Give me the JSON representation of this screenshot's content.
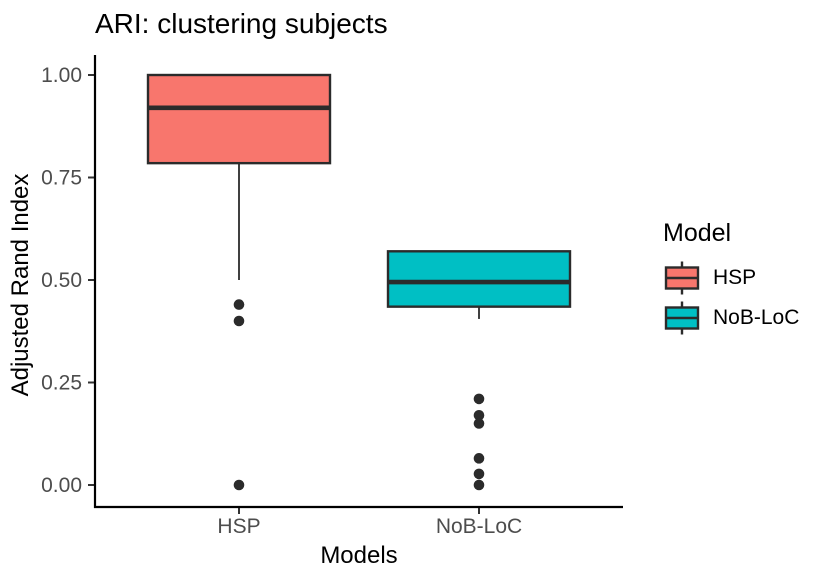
{
  "page": {
    "background": "#ffffff"
  },
  "chart_data": {
    "type": "boxplot",
    "title": "ARI: clustering subjects",
    "xlabel": "Models",
    "ylabel": "Adjusted Rand Index",
    "categories": [
      "HSP",
      "NoB-LoC"
    ],
    "ylim": [
      0,
      1
    ],
    "yticks": [
      1.0,
      0.75,
      0.5,
      0.25,
      0.0
    ],
    "ytick_labels": [
      "1.00",
      "0.75",
      "0.50",
      "0.25",
      "0.00"
    ],
    "grid": false,
    "legend": {
      "title": "Model",
      "position": "right",
      "entries": [
        {
          "label": "HSP",
          "color": "#F8766D"
        },
        {
          "label": "NoB-LoC",
          "color": "#00BFC4"
        }
      ]
    },
    "series": [
      {
        "name": "HSP",
        "fill": "#F8766D",
        "q1": 0.785,
        "median": 0.92,
        "q3": 1.0,
        "whisker_low": 0.5,
        "whisker_high": 1.0,
        "outliers": [
          0.44,
          0.4,
          0.0
        ]
      },
      {
        "name": "NoB-LoC",
        "fill": "#00BFC4",
        "q1": 0.435,
        "median": 0.495,
        "q3": 0.57,
        "whisker_low": 0.405,
        "whisker_high": 0.57,
        "outliers": [
          0.21,
          0.17,
          0.15,
          0.065,
          0.027,
          0.0
        ]
      }
    ],
    "style": {
      "box_stroke": "#2b2b2b",
      "outlier_color": "#2b2b2b",
      "axis_color": "#000000",
      "tick_label_color": "#4d4d4d"
    }
  }
}
